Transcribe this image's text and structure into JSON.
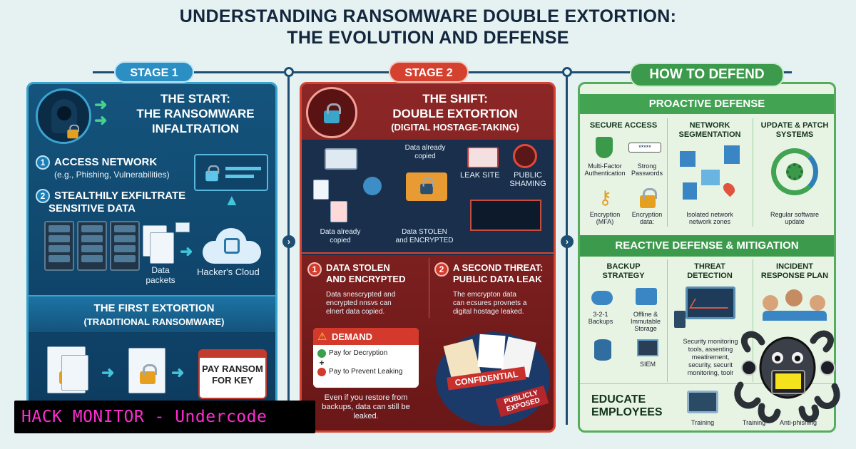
{
  "title": {
    "line1": "UNDERSTANDING RANSOMWARE DOUBLE EXTORTION:",
    "line2": "THE EVOLUTION AND DEFENSE"
  },
  "stage1": {
    "pill": "STAGE 1",
    "heading": [
      "THE START:",
      "THE RANSOMWARE",
      "INFALTRATION"
    ],
    "step1_num": "1",
    "step1_title": "ACCESS NETWORK",
    "step1_sub": "(e.g., Phishing, Vulnerabilities)",
    "step2_num": "2",
    "step2_title": [
      "STEALTHILY EXFILTRATE",
      "SENSITIVE DATA"
    ],
    "data_packets": [
      "Data",
      "packets"
    ],
    "cloud_label": "Hacker's Cloud",
    "first_title": "THE FIRST EXTORTION",
    "first_sub": "(TRADITIONAL RANSOMWARE)",
    "ransom_note": [
      "PAY RANSOM",
      "FOR KEY"
    ]
  },
  "stage2": {
    "pill": "STAGE 2",
    "heading": [
      "THE SHIFT:",
      "DOUBLE EXTORTION"
    ],
    "heading_sub": "(DIGITAL HOSTAGE-TAKING)",
    "copied_top": [
      "Data already",
      "copied"
    ],
    "leak_site": "LEAK SITE",
    "public_shaming": [
      "PUBLIC",
      "SHAMING"
    ],
    "copied_left": [
      "Data already",
      "copied"
    ],
    "stolen": [
      "Data STOLEN",
      "and ENCRYPTED"
    ],
    "b1_num": "1",
    "b1_title": [
      "DATA STOLEN",
      "AND ENCRYPTED"
    ],
    "b1_body": [
      "Data snescrypted and",
      "encrypted nnsvs can",
      "elnert data copied."
    ],
    "b2_num": "2",
    "b2_title": [
      "A SECOND THREAT:",
      "PUBLIC DATA LEAK"
    ],
    "b2_body": [
      "The emcrypton data",
      "can ecsures provnets a",
      "digital hostage leaked."
    ],
    "demand_title": "DEMAND",
    "demand_item1": "Pay for Decryption",
    "demand_plus": "+",
    "demand_item2": "Pay to Prevent Leaking",
    "restore_note": [
      "Even if you restore from",
      "backups, data can still be",
      "leaked."
    ],
    "stamp1": "CONFIDENTIAL",
    "stamp2": [
      "PUBLICLY",
      "EXPOSED"
    ]
  },
  "defend": {
    "pill": "HOW TO DEFEND",
    "proactive": "PROACTIVE DEFENSE",
    "secure_access": "SECURE ACCESS",
    "mfa": [
      "Multi-Factor",
      "Authentication"
    ],
    "strong_pw": [
      "Strong",
      "Passwords"
    ],
    "pw_mask": "*****",
    "encryption_mfa": [
      "Encryption",
      "(MFA)"
    ],
    "encryption_data": [
      "Encryption",
      "data:"
    ],
    "net_seg": [
      "NETWORK",
      "SEGMENTATION"
    ],
    "isolated": [
      "Isolated network",
      "network zones"
    ],
    "update": [
      "UPDATE & PATCH",
      "SYSTEMS"
    ],
    "update_note": [
      "Regular software",
      "update"
    ],
    "reactive": "REACTIVE DEFENSE & MITIGATION",
    "backup": [
      "BACKUP",
      "STRATEGY"
    ],
    "backup_321": [
      "3-2-1",
      "Backups"
    ],
    "offline": [
      "Offline &",
      "Immutable",
      "Storage"
    ],
    "siem": "SIEM",
    "threat": [
      "THREAT",
      "DETECTION"
    ],
    "threat_note": [
      "Security monitoring",
      "tools, assenting",
      "meatirement,",
      "security, securit",
      "monitoring, toolr"
    ],
    "incident": [
      "INCIDENT",
      "RESPONSE PLAN"
    ],
    "educate": [
      "EDUCATE",
      "EMPLOYEES"
    ],
    "training": "Training",
    "training2": "Training",
    "anti_phishing": "Anti-phishing"
  },
  "badge": "HACK MONITOR - Undercode",
  "colors": {
    "stage1": "#14547d",
    "stage2": "#8d2727",
    "defend": "#3b9a4b",
    "badge_text": "#ff2dd3"
  }
}
